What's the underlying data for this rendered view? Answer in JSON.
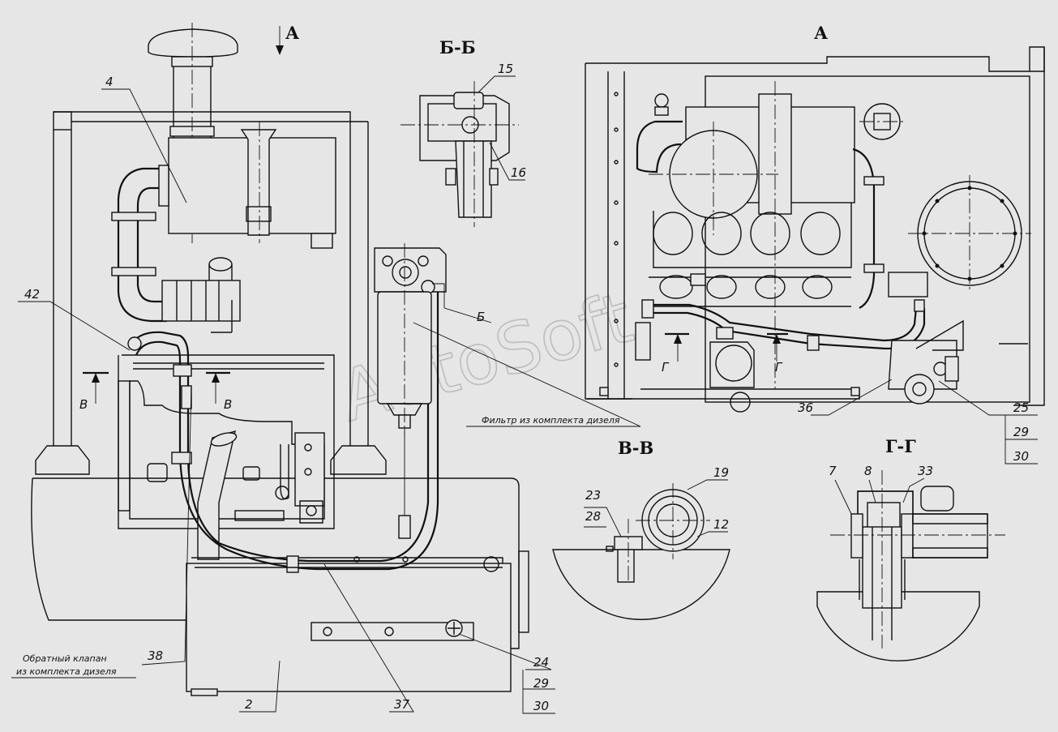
{
  "section_titles": {
    "view_a_arrow": "А",
    "view_a": "А",
    "section_bb": "Б-Б",
    "section_vv": "В-В",
    "section_gg": "Г-Г"
  },
  "cut_markers": {
    "v_left": "В",
    "v_right": "В",
    "b": "Б",
    "g_left": "Г",
    "g_right": "Г"
  },
  "callouts": {
    "p2": "2",
    "p4": "4",
    "p7": "7",
    "p8": "8",
    "p12": "12",
    "p15": "15",
    "p16": "16",
    "p19": "19",
    "p23": "23",
    "p28": "28",
    "p33": "33",
    "p36": "36",
    "p37": "37",
    "p38": "38",
    "p42": "42",
    "p24": "24",
    "p29a": "29",
    "p30a": "30",
    "p25": "25",
    "p29b": "29",
    "p30b": "30"
  },
  "notes": {
    "filter": "Фильтр   из комплекта дизеля",
    "valve_line1": "Обратный клапан",
    "valve_line2": "из комплекта дизеля"
  },
  "watermark": "AutoSoft"
}
